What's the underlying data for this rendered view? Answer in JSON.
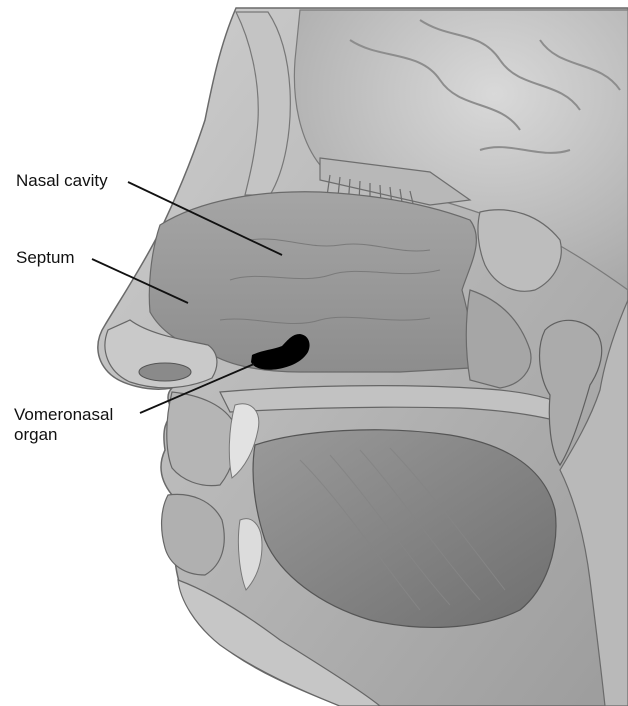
{
  "labels": {
    "nasal_cavity": "Nasal cavity",
    "septum": "Septum",
    "vomeronasal_line1": "Vomeronasal",
    "vomeronasal_line2": "organ"
  },
  "colors": {
    "background": "#ffffff",
    "tissue_light": "#d8d8d8",
    "tissue_mid": "#b3b3b3",
    "tissue_dark": "#7d7d7d",
    "outline": "#5a5a5a",
    "vomeronasal_organ": "#000000",
    "leader_line": "#111111"
  }
}
